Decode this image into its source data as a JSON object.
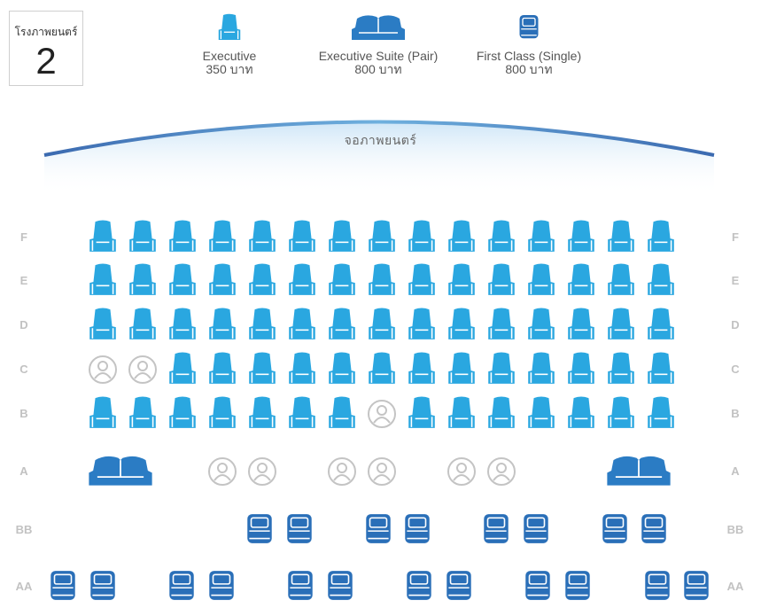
{
  "theater": {
    "label": "โรงภาพยนตร์",
    "number": "2"
  },
  "legend": [
    {
      "name": "Executive",
      "price": "350 บาท",
      "icon": "executive-seat-icon"
    },
    {
      "name": "Executive Suite (Pair)",
      "price": "800 บาท",
      "icon": "executive-suite-icon"
    },
    {
      "name": "First Class (Single)",
      "price": "800 บาท",
      "icon": "first-class-seat-icon"
    }
  ],
  "screen": {
    "label": "จอภาพยนตร์"
  },
  "colors": {
    "executive": "#2aa7e0",
    "suite": "#2b7cc4",
    "first_class": "#2a6fb8",
    "sold": "#c4c4c4",
    "row_label": "#c2c2c2"
  },
  "rows": [
    {
      "label": "F",
      "seats": [
        "E",
        "E",
        "E",
        "E",
        "E",
        "E",
        "E",
        "E",
        "E",
        "E",
        "E",
        "E",
        "E",
        "E",
        "E"
      ]
    },
    {
      "label": "E",
      "seats": [
        "E",
        "E",
        "E",
        "E",
        "E",
        "E",
        "E",
        "E",
        "E",
        "E",
        "E",
        "E",
        "E",
        "E",
        "E"
      ]
    },
    {
      "label": "D",
      "seats": [
        "E",
        "E",
        "E",
        "E",
        "E",
        "E",
        "E",
        "E",
        "E",
        "E",
        "E",
        "E",
        "E",
        "E",
        "E"
      ]
    },
    {
      "label": "C",
      "seats": [
        "X",
        "X",
        "E",
        "E",
        "E",
        "E",
        "E",
        "E",
        "E",
        "E",
        "E",
        "E",
        "E",
        "E",
        "E"
      ]
    },
    {
      "label": "B",
      "seats": [
        "E",
        "E",
        "E",
        "E",
        "E",
        "E",
        "E",
        "X",
        "E",
        "E",
        "E",
        "E",
        "E",
        "E",
        "E"
      ]
    },
    {
      "label": "A",
      "seats": [
        "S",
        "-",
        "-",
        "X",
        "X",
        "-",
        "X",
        "X",
        "-",
        "X",
        "X",
        "-",
        "-",
        "S",
        "-"
      ]
    },
    {
      "label": "BB",
      "seats": [
        "-",
        "-",
        "F",
        "F",
        "-",
        "F",
        "F",
        "-",
        "F",
        "F",
        "-",
        "F",
        "F",
        "-",
        "-",
        "-"
      ]
    },
    {
      "label": "AA",
      "seats": [
        "F",
        "F",
        "-",
        "F",
        "F",
        "-",
        "F",
        "F",
        "-",
        "F",
        "F",
        "-",
        "F",
        "F",
        "-",
        "F",
        "F"
      ]
    }
  ]
}
